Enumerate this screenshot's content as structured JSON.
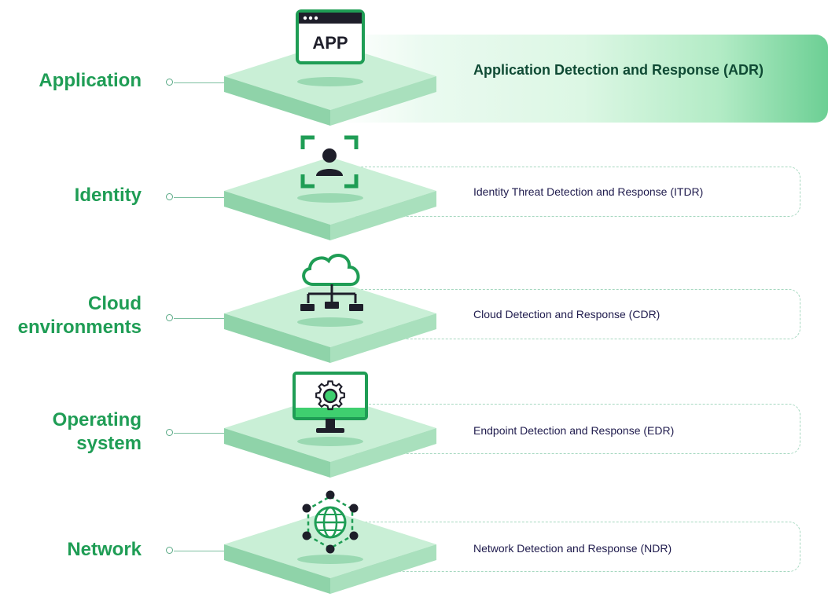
{
  "layers": [
    {
      "label": "Application",
      "detail": "Application Detection and Response (ADR)",
      "icon": "app-window-icon",
      "icon_text": "APP",
      "highlighted": true
    },
    {
      "label": "Identity",
      "detail": "Identity Threat Detection and Response (ITDR)",
      "icon": "user-focus-icon",
      "highlighted": false
    },
    {
      "label": "Cloud environments",
      "detail": "Cloud Detection and Response (CDR)",
      "icon": "cloud-network-icon",
      "highlighted": false
    },
    {
      "label": "Operating system",
      "detail": "Endpoint Detection and Response (EDR)",
      "icon": "monitor-gear-icon",
      "highlighted": false
    },
    {
      "label": "Network",
      "detail": "Network Detection and Response (NDR)",
      "icon": "globe-network-icon",
      "highlighted": false
    }
  ],
  "colors": {
    "label_green": "#1f9d55",
    "icon_green": "#1f9d55",
    "icon_dark": "#1e1e2a",
    "plate_top": "#c9efd6",
    "plate_left": "#8fd3a9",
    "plate_right": "#a9e0bd",
    "detail_text": "#1f1b4d",
    "highlight_text": "#0f4a34"
  }
}
